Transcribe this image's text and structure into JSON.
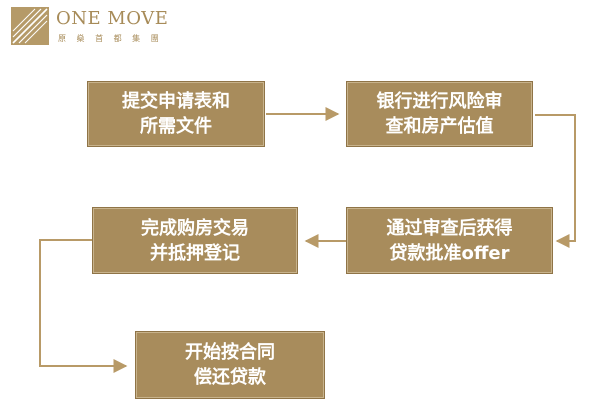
{
  "logo": {
    "title": "ONE MOVE",
    "subtitle": "原 燊 首 都 集 團"
  },
  "colors": {
    "box_fill": "#a88c5c",
    "arrow": "#b89a67",
    "logo": "#a78b58"
  },
  "steps": [
    "提交申请表和\n所需文件",
    "银行进行风险审\n查和房产估值",
    "通过审查后获得\n贷款批准offer",
    "完成购房交易\n并抵押登记",
    "开始按合同\n偿还贷款"
  ]
}
